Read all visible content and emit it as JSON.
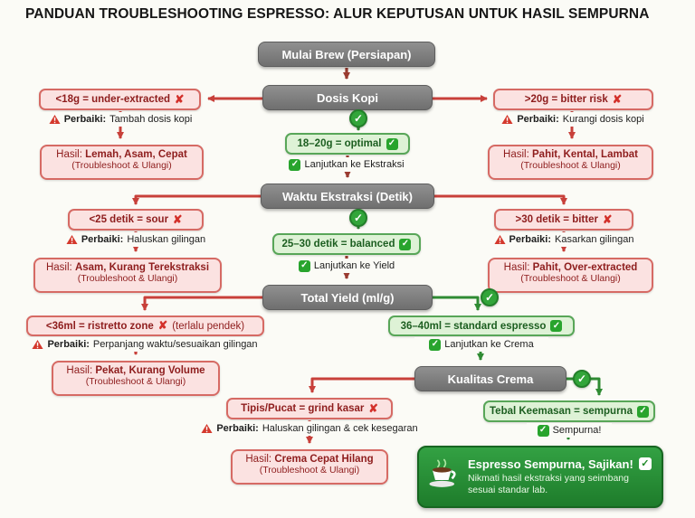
{
  "title": "PANDUAN TROUBLESHOOTING ESPRESSO: ALUR KEPUTUSAN UNTUK HASIL SEMPURNA",
  "start_label": "Mulai Brew (Persiapan)",
  "icons": {
    "check": "✓",
    "cross": "✘"
  },
  "colors": {
    "fail_red": "#c8403a",
    "flow_maroon": "#9a3b30",
    "ok_green": "#2f8b33",
    "node_gray": "#7e7e7e",
    "final_green": "#2a9038"
  },
  "stages": [
    {
      "decision": "Dosis Kopi",
      "left": {
        "cond": "<18g = under-extracted",
        "fix_label": "Perbaiki:",
        "fix": "Tambah dosis kopi",
        "res_label": "Hasil:",
        "res": "Lemah, Asam, Cepat",
        "res_sub": "(Troubleshoot & Ulangi)"
      },
      "right": {
        "cond": ">20g = bitter risk",
        "fix_label": "Perbaiki:",
        "fix": "Kurangi dosis kopi",
        "res_label": "Hasil:",
        "res": "Pahit, Kental, Lambat",
        "res_sub": "(Troubleshoot & Ulangi)"
      },
      "ok": {
        "label": "18–20g = optimal",
        "next": "Lanjutkan ke Ekstraksi"
      }
    },
    {
      "decision": "Waktu Ekstraksi (Detik)",
      "left": {
        "cond": "<25 detik = sour",
        "fix_label": "Perbaiki:",
        "fix": "Haluskan gilingan",
        "res_label": "Hasil:",
        "res": "Asam, Kurang Terekstraksi",
        "res_sub": "(Troubleshoot & Ulangi)"
      },
      "right": {
        "cond": ">30 detik = bitter",
        "fix_label": "Perbaiki:",
        "fix": "Kasarkan gilingan",
        "res_label": "Hasil:",
        "res": "Pahit, Over-extracted",
        "res_sub": "(Troubleshoot & Ulangi)"
      },
      "ok": {
        "label": "25–30 detik = balanced",
        "next": "Lanjutkan ke Yield"
      }
    },
    {
      "decision": "Total Yield (ml/g)",
      "left": {
        "cond": "<36ml = ristretto zone",
        "cond_post": "(terlalu pendek)",
        "fix_label": "Perbaiki:",
        "fix": "Perpanjang waktu/sesuaikan gilingan",
        "res_label": "Hasil:",
        "res": "Pekat, Kurang Volume",
        "res_sub": "(Troubleshoot & Ulangi)"
      },
      "ok": {
        "label": "36–40ml = standard espresso",
        "next": "Lanjutkan ke Crema"
      }
    },
    {
      "decision": "Kualitas Crema",
      "left": {
        "cond": "Tipis/Pucat = grind kasar",
        "fix_label": "Perbaiki:",
        "fix": "Haluskan gilingan & cek kesegaran",
        "res_label": "Hasil:",
        "res": "Crema Cepat Hilang",
        "res_sub": "(Troubleshoot & Ulangi)"
      },
      "ok": {
        "label": "Tebal Keemasan = sempurna",
        "next": "Sempurna!"
      }
    }
  ],
  "final": {
    "title": "Espresso Sempurna, Sajikan!",
    "subtitle": "Nikmati hasil ekstraksi yang seimbang sesuai standar lab."
  }
}
